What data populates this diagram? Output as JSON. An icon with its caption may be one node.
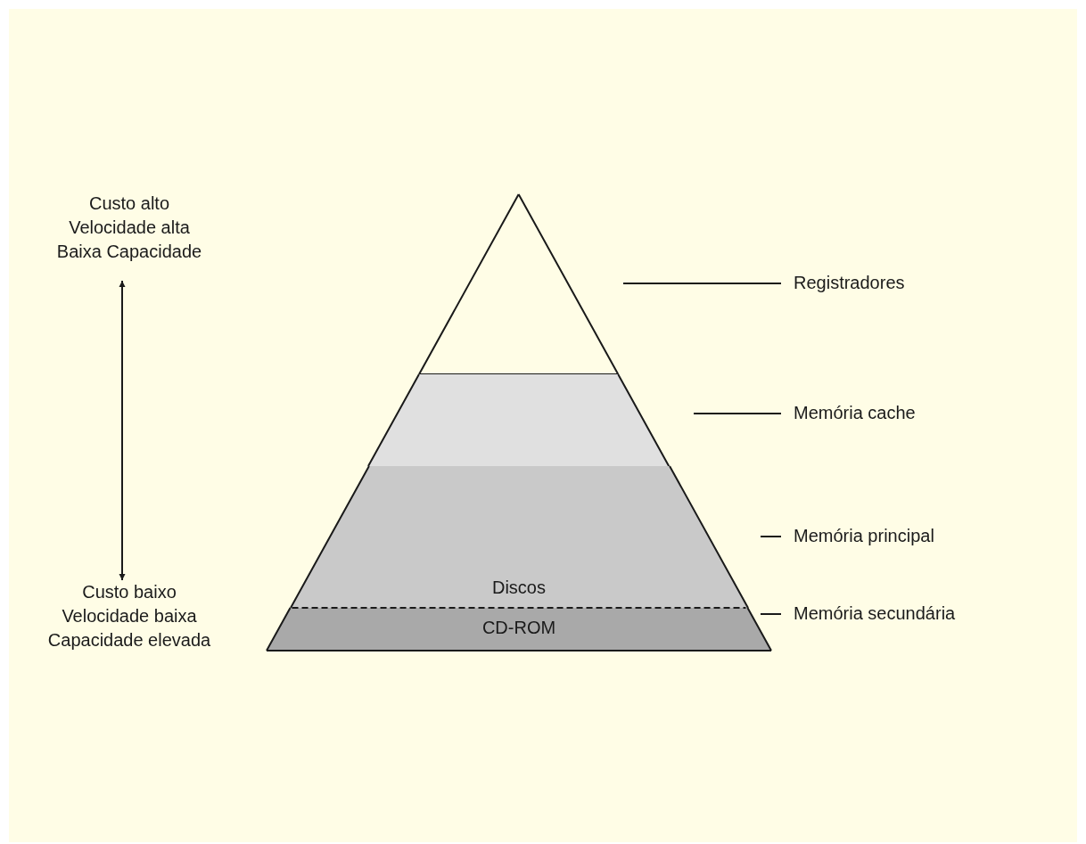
{
  "diagram": {
    "nodes": [
      {
        "text": [
          "Custo alto Velocidade alta Baixa Capacidade"
        ]
      },
      {
        "text": [
          "Custo baixo Velocidade baixa Capacidade elevada"
        ]
      },
      {
        "text": [],
        "shape": "triangle"
      },
      {
        "text": [],
        "shape": "band"
      },
      {
        "text": [],
        "shape": "band"
      },
      {
        "text": [
          "CD-ROM"
        ]
      }
    ],
    "edges": [
      {
        "from": 0,
        "to": 1,
        "arrow": "both"
      }
    ],
    "labels": [
      "Registradores",
      "Memória cache",
      "Memória principal",
      "Discos",
      "Memória secundária"
    ]
  }
}
